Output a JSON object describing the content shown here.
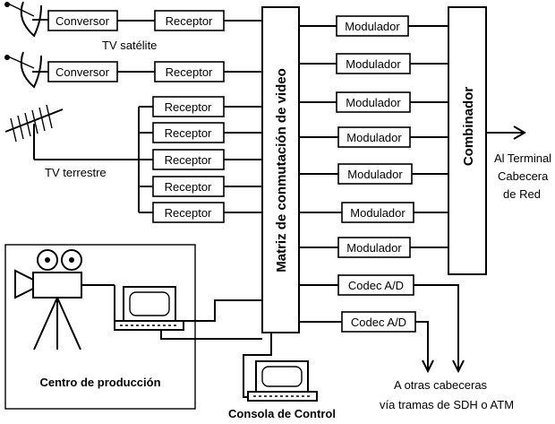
{
  "sources": {
    "satellite_label": "TV satélite",
    "terrestrial_label": "TV terrestre",
    "production_label": "Centro de producción",
    "console_label": "Consola de Control"
  },
  "blocks": {
    "converters": [
      "Conversor",
      "Conversor"
    ],
    "satellite_receivers": [
      "Receptor",
      "Receptor"
    ],
    "terrestrial_receivers": [
      "Receptor",
      "Receptor",
      "Receptor",
      "Receptor",
      "Receptor"
    ],
    "switch_matrix": "Matriz de conmutación de video",
    "modulators": [
      "Modulador",
      "Modulador",
      "Modulador",
      "Modulador",
      "Modulador",
      "Modulador",
      "Modulador"
    ],
    "codecs": [
      "Codec A/D",
      "Codec A/D"
    ],
    "combiner": "Combinador"
  },
  "outputs": {
    "headend_line1": "Al Terminal",
    "headend_line2": "Cabecera",
    "headend_line3": "de Red",
    "other_line1": "A otras cabeceras",
    "other_line2": "vía tramas de SDH o ATM"
  }
}
